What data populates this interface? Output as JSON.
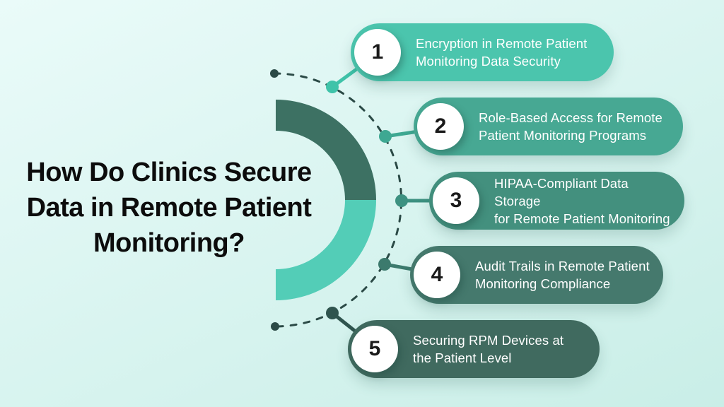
{
  "title": {
    "full": "How Do Clinics Secure Data in Remote Patient Monitoring?",
    "lines": [
      "How Do Clinics Secure",
      "Data in Remote Patient",
      "Monitoring?"
    ]
  },
  "items": [
    {
      "number": "1",
      "label": "Encryption in Remote Patient Monitoring Data Security",
      "lines": [
        "Encryption in Remote Patient",
        "Monitoring Data Security"
      ],
      "pill_color": "#4BC5AD",
      "node_color": "#3FC3A9"
    },
    {
      "number": "2",
      "label": "Role-Based Access for Remote Patient Monitoring Programs",
      "lines": [
        "Role-Based Access for Remote",
        "Patient Monitoring Programs"
      ],
      "pill_color": "#47A893",
      "node_color": "#3EA892"
    },
    {
      "number": "3",
      "label": "HIPAA-Compliant Data Storage for Remote Patient Monitoring",
      "lines": [
        "HIPAA-Compliant Data Storage",
        "for Remote Patient Monitoring"
      ],
      "pill_color": "#43907E",
      "node_color": "#3D9181"
    },
    {
      "number": "4",
      "label": "Audit Trails in Remote Patient Monitoring Compliance",
      "lines": [
        "Audit Trails in Remote Patient",
        "Monitoring Compliance"
      ],
      "pill_color": "#45796D",
      "node_color": "#3C7A6D"
    },
    {
      "number": "5",
      "label": "Securing RPM Devices at the Patient Level",
      "lines": [
        "Securing RPM Devices at",
        "the Patient Level"
      ],
      "pill_color": "#406A5F",
      "node_color": "#2F544E"
    }
  ],
  "colors": {
    "background_top": "#EAFBF9",
    "background_mid": "#DBF5F1",
    "background_bottom": "#C9EEE7",
    "title_text": "#0C0C0C",
    "pill_text": "#FFFFFF",
    "number_text": "#1A1A1A",
    "badge_bg": "#FFFFFF",
    "dash": "#2B4A46",
    "ring_top": "#3D7163",
    "ring_bottom": "#53CDB7"
  }
}
